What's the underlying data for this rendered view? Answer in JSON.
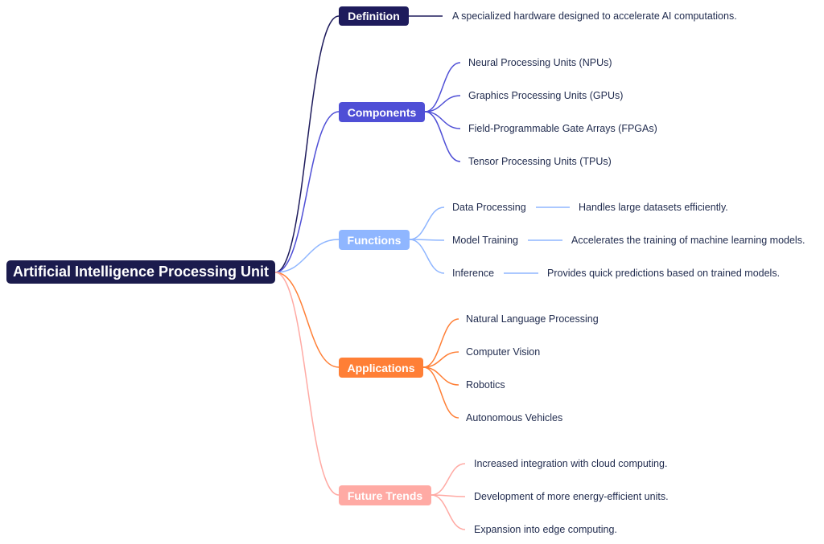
{
  "root": {
    "label": "Artificial Intelligence Processing Unit",
    "color": "#1b1b4d"
  },
  "branches": [
    {
      "label": "Definition",
      "color": "#1e1b5c",
      "items": [
        {
          "label": "A specialized hardware designed to accelerate AI computations."
        }
      ]
    },
    {
      "label": "Components",
      "color": "#4f4fd6",
      "items": [
        {
          "label": "Neural Processing Units (NPUs)"
        },
        {
          "label": "Graphics Processing Units (GPUs)"
        },
        {
          "label": "Field-Programmable Gate Arrays (FPGAs)"
        },
        {
          "label": "Tensor Processing Units (TPUs)"
        }
      ]
    },
    {
      "label": "Functions",
      "color": "#8fb6ff",
      "items": [
        {
          "label": "Data Processing",
          "detail": "Handles large datasets efficiently."
        },
        {
          "label": "Model Training",
          "detail": "Accelerates the training of machine learning models."
        },
        {
          "label": "Inference",
          "detail": "Provides quick predictions based on trained models."
        }
      ]
    },
    {
      "label": "Applications",
      "color": "#ff7f36",
      "items": [
        {
          "label": "Natural Language Processing"
        },
        {
          "label": "Computer Vision"
        },
        {
          "label": "Robotics"
        },
        {
          "label": "Autonomous Vehicles"
        }
      ]
    },
    {
      "label": "Future Trends",
      "color": "#ffaaa4",
      "items": [
        {
          "label": "Increased integration with cloud computing."
        },
        {
          "label": "Development of more energy-efficient units."
        },
        {
          "label": "Expansion into edge computing."
        }
      ]
    }
  ]
}
